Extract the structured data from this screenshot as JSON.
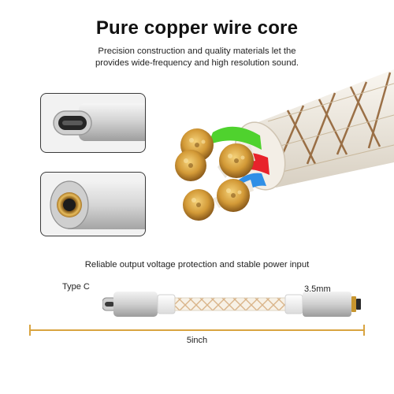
{
  "header": {
    "title": "Pure copper wire core",
    "subtitle_line1": "Precision construction and quality materials let the",
    "subtitle_line2": "provides wide-frequency and high resolution sound."
  },
  "caption": "Reliable output voltage protection and stable power input",
  "labels": {
    "type_c": "Type C",
    "jack": "3.5mm",
    "length": "5inch"
  },
  "colors": {
    "wire_green": "#4fd22e",
    "wire_red": "#e8222b",
    "wire_blue": "#2f8fe6",
    "copper": "#d9a441",
    "jacket": "#efe9df",
    "braid": "#8c5a2b",
    "silver": "#c9c9c9",
    "dimension_line": "#d9a441"
  },
  "icons": [
    "usb-c-connector-icon",
    "audio-jack-connector-icon"
  ]
}
